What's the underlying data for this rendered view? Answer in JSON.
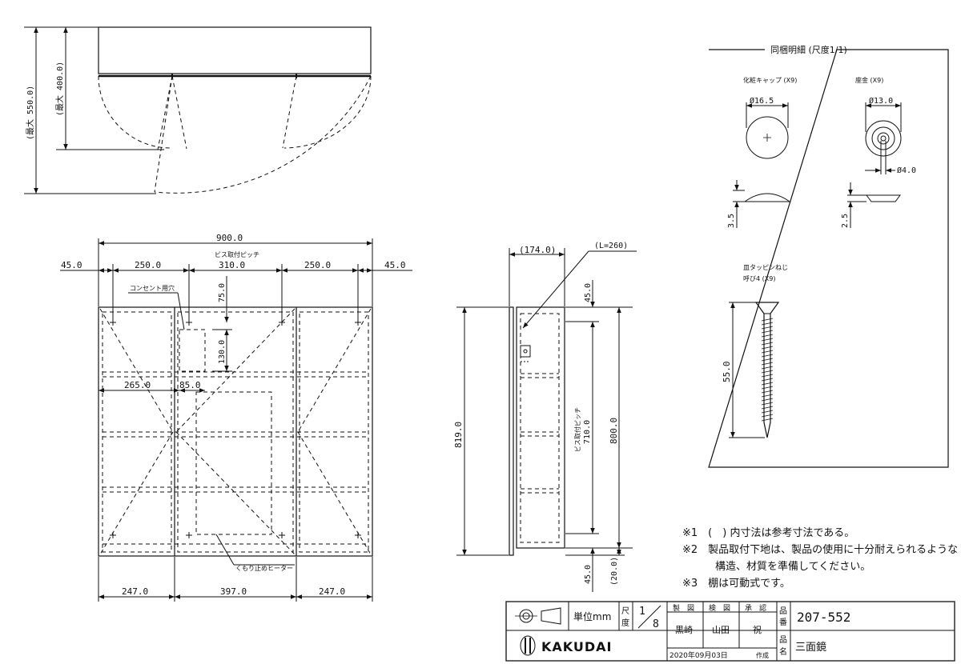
{
  "top_view": {
    "dim_max_550": "(最大 550.0)",
    "dim_max_400": "(最大 400.0)"
  },
  "front_view": {
    "overall_width": "900.0",
    "screw_pitch_label": "ビス取付ピッチ",
    "edge_left": "45.0",
    "pitch_left": "250.0",
    "pitch_center": "310.0",
    "pitch_right": "250.0",
    "edge_right": "45.0",
    "outlet_hole_label": "コンセント用穴",
    "dim_75": "75.0",
    "dim_130": "130.0",
    "dim_265": "265.0",
    "dim_85": "85.0",
    "heater_label": "くもり止めヒーター",
    "bottom_left": "247.0",
    "bottom_center": "397.0",
    "bottom_right": "247.0"
  },
  "side_view": {
    "depth": "(174.0)",
    "cord_length": "(L=260)",
    "overall_height": "819.0",
    "top_offset": "45.0",
    "pitch_label": "ビス取付ピッチ",
    "pitch_value": "710.0",
    "body_height": "800.0",
    "bottom_offset": "45.0",
    "bottom_gap": "(20.0)"
  },
  "shelf_detail": {
    "title": "同梱明細 (尺度1/1)",
    "cap_label": "化粧キャップ (X9)",
    "cap_diameter": "Ø16.5",
    "cap_height": "3.5",
    "washer_label": "座金 (X9)",
    "washer_diameter": "Ø13.0",
    "washer_hole": "Ø4.0",
    "washer_height": "2.5",
    "screw_label_1": "皿タッピンねじ",
    "screw_label_2": "呼び4 (X9)",
    "screw_length": "55.0"
  },
  "notes": [
    "※1　(　) 内寸法は参考寸法である。",
    "※2　製品取付下地は、製品の使用に十分耐えられるような",
    "構造、材質を準備してください。",
    "※3　棚は可動式です。"
  ],
  "title_block": {
    "unit_label": "単位mm",
    "scale_label_top": "尺",
    "scale_label_bottom": "度",
    "scale_num": "1",
    "scale_den": "8",
    "made_label": "製　図",
    "checked_label": "検　図",
    "approved_label": "承　認",
    "made_by": "黒崎",
    "checked_by": "山田",
    "approved_by": "祝",
    "part_no_label_1": "品",
    "part_no_label_2": "番",
    "part_no": "207-552",
    "part_name_label_1": "品",
    "part_name_label_2": "名",
    "part_name": "三面鏡",
    "date": "2020年09月03日",
    "date_suffix": "作成",
    "brand": "KAKUDAI"
  }
}
